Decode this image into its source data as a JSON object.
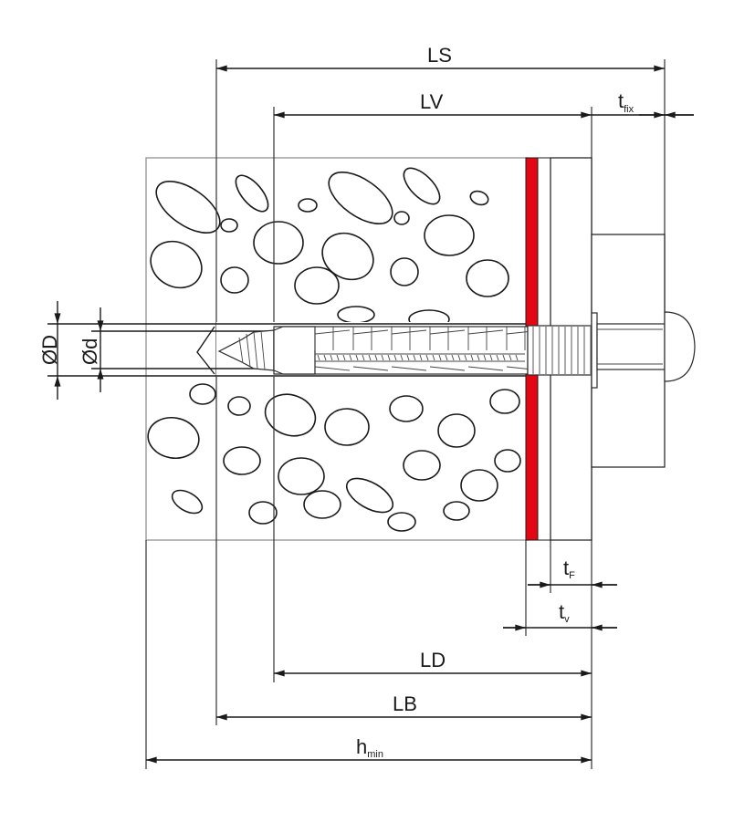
{
  "colors": {
    "sealing_layer": "#e30613",
    "outline": "#1a1a1a",
    "block_border": "#999999"
  },
  "labels": {
    "LS": "LS",
    "LV": "LV",
    "tfix": {
      "main": "t",
      "sub": "fix"
    },
    "OD": "ØD",
    "Od": "Ød",
    "tF": {
      "main": "t",
      "sub": "F"
    },
    "tv": {
      "main": "t",
      "sub": "v"
    },
    "LD": "LD",
    "LB": "LB",
    "hmin": {
      "main": "h",
      "sub": "min"
    }
  }
}
